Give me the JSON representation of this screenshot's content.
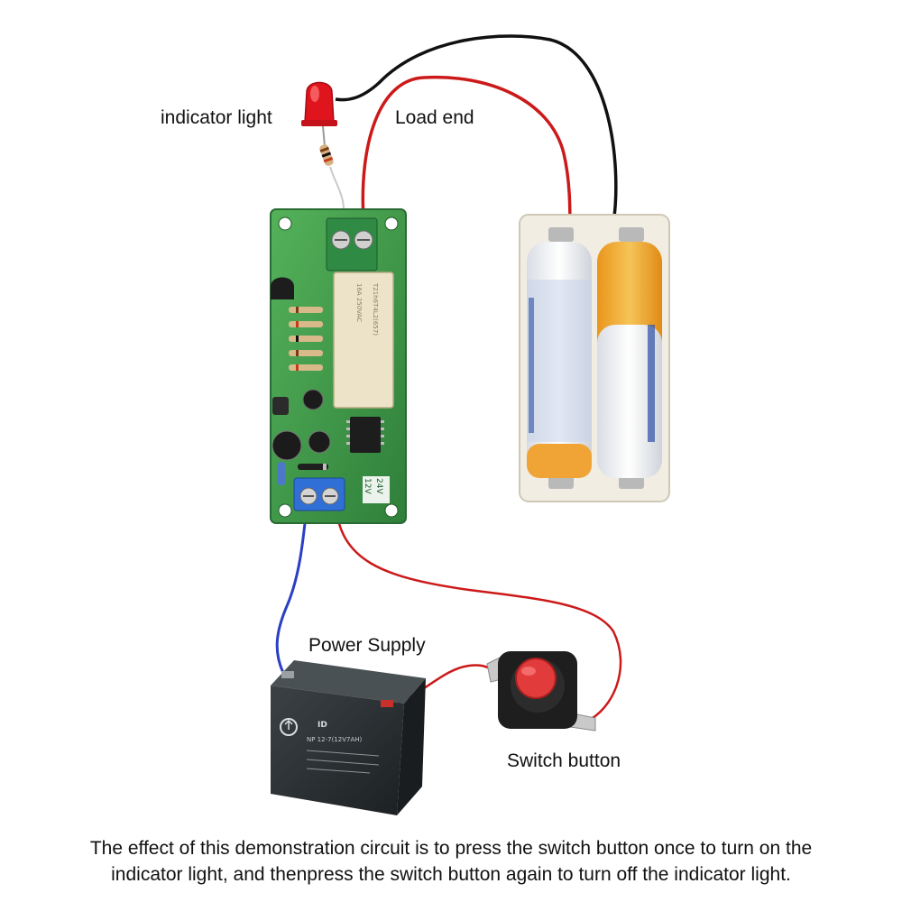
{
  "labels": {
    "indicator_light": "indicator light",
    "load_end": "Load end",
    "power_supply": "Power Supply",
    "switch_button": "Switch button"
  },
  "caption": {
    "line1": "The effect of this demonstration circuit is to press the switch button once to turn on the",
    "line2": "indicator light, and thenpress the switch button again to turn off the indicator light."
  },
  "board_markings": {
    "relay_line1": "T21h6T4L2(657)",
    "relay_line2": "16A 250VAC",
    "voltage_12": "12V",
    "voltage_24": "24V"
  },
  "battery_markings": {
    "brand": "ID",
    "spec": "NP 12-7(12V7AH)"
  },
  "colors": {
    "wire_red": "#cc1a1a",
    "wire_black": "#111111",
    "wire_blue": "#2a3fc4",
    "pcb_green": "#3f9a4a",
    "relay_body": "#ece3c8",
    "terminal_blue": "#2f6fd6",
    "led_red": "#e0141c",
    "button_red": "#e23b3b",
    "battery_case": "#2e3336",
    "cell_label": "#f3b23a"
  },
  "icons": {
    "recycle": "recycle-icon"
  }
}
